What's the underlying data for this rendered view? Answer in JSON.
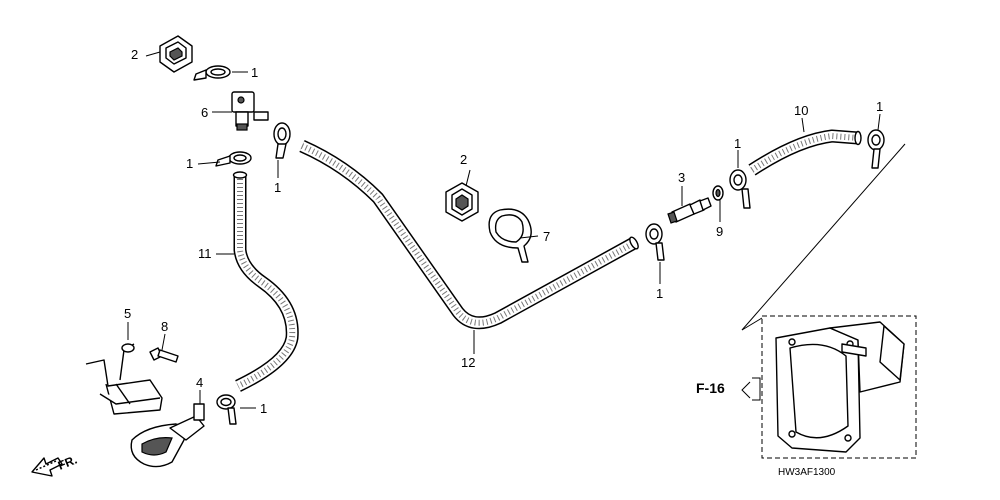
{
  "callouts": {
    "c1a": "1",
    "c1b": "1",
    "c1c": "1",
    "c1d": "1",
    "c1e": "1",
    "c1f": "1",
    "c1g": "1",
    "c2a": "2",
    "c2b": "2",
    "c3": "3",
    "c4": "4",
    "c5": "5",
    "c6": "6",
    "c7": "7",
    "c8": "8",
    "c9": "9",
    "c10": "10",
    "c11": "11",
    "c12": "12"
  },
  "reference": {
    "label": "F-16"
  },
  "drawing_code": "HW3AF1300",
  "direction": {
    "label": "FR."
  },
  "colors": {
    "line": "#000000",
    "background": "#ffffff",
    "texture": "#777777"
  }
}
